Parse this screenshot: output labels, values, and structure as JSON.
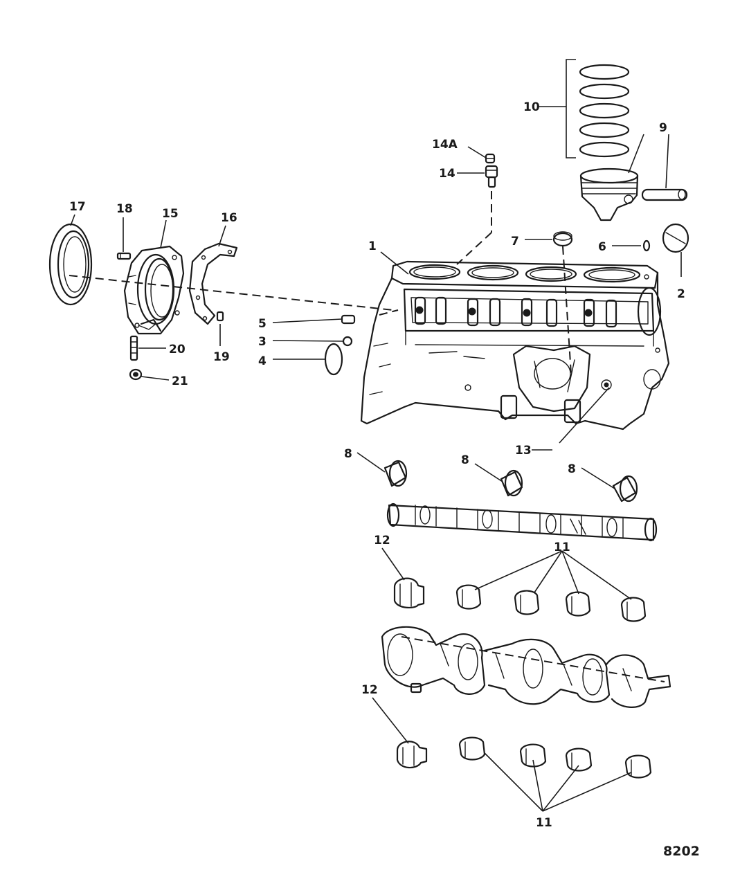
{
  "figure_number": "8202",
  "callouts": {
    "c1": "1",
    "c2": "2",
    "c3": "3",
    "c4": "4",
    "c5": "5",
    "c6": "6",
    "c7": "7",
    "c8a": "8",
    "c8b": "8",
    "c8c": "8",
    "c9": "9",
    "c10": "10",
    "c11a": "11",
    "c11b": "11",
    "c12a": "12",
    "c12b": "12",
    "c13": "13",
    "c14": "14",
    "c14a": "14A",
    "c15": "15",
    "c16": "16",
    "c17": "17",
    "c18": "18",
    "c19": "19",
    "c20": "20",
    "c21": "21"
  }
}
